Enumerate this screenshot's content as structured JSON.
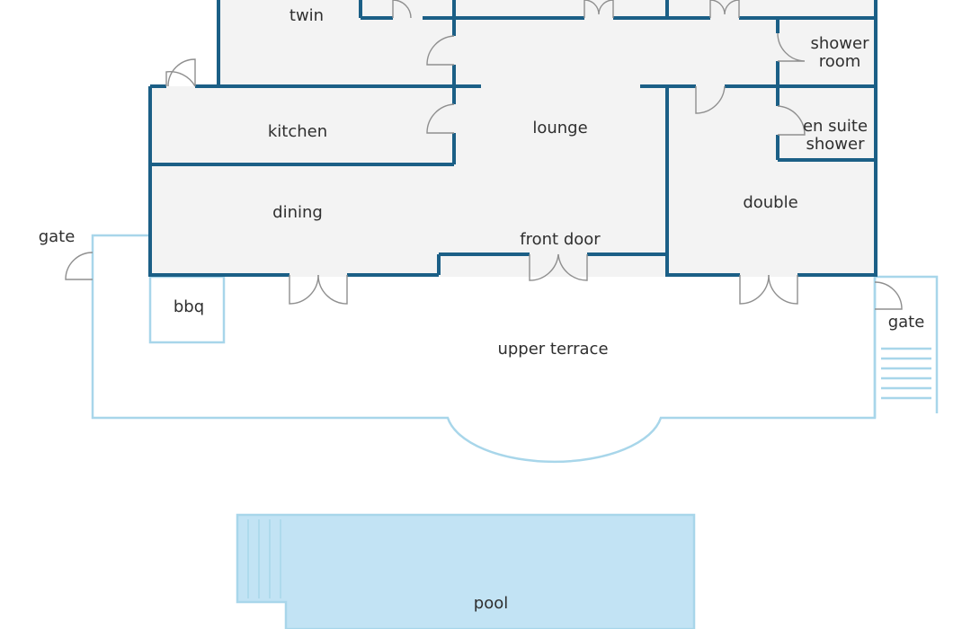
{
  "labels": {
    "twin": "twin",
    "shower_room_1": "shower",
    "shower_room_2": "room",
    "kitchen": "kitchen",
    "lounge": "lounge",
    "en_suite_1": "en suite",
    "en_suite_2": "shower",
    "dining": "dining",
    "double": "double",
    "gate_left": "gate",
    "front_door": "front door",
    "bbq": "bbq",
    "gate_right": "gate",
    "upper_terrace": "upper terrace",
    "pool": "pool"
  },
  "colors": {
    "wall": "#1b5f86",
    "floor": "#f3f3f3",
    "terrace_outline": "#a8d6ea",
    "pool_fill": "#c2e3f4",
    "door_swing": "#8f8f8f",
    "text": "#2f2f2f"
  }
}
